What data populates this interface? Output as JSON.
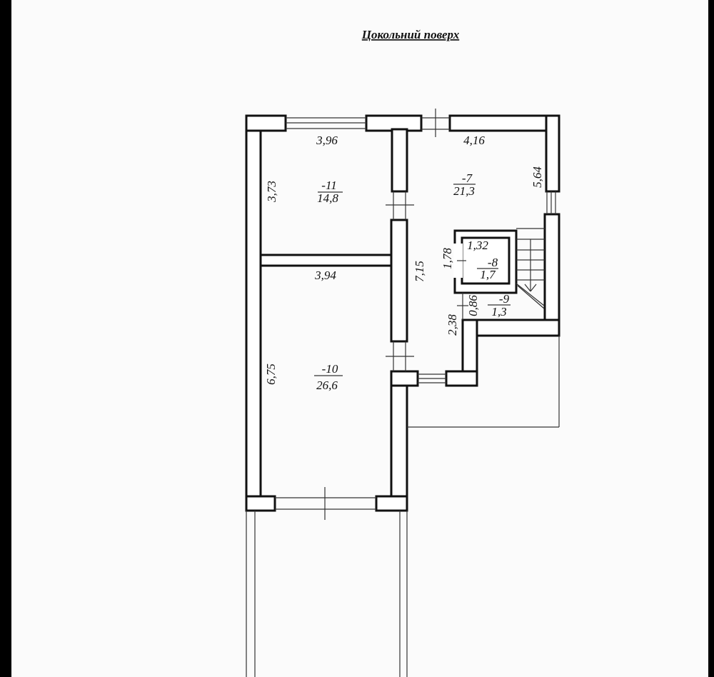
{
  "title": "Цокольний поверх",
  "rooms": [
    {
      "number": "-11",
      "area": "14,8"
    },
    {
      "number": "-7",
      "area": "21,3"
    },
    {
      "number": "-8",
      "area": "1,7"
    },
    {
      "number": "-9",
      "area": "1,3"
    },
    {
      "number": "-10",
      "area": "26,6"
    }
  ],
  "dimensions": {
    "room11_width": "3,96",
    "room11_height": "3,73",
    "room7_width": "4,16",
    "room7_height": "5,64",
    "room8_width": "1,32",
    "room8_height": "1,78",
    "room9_height": "0,86",
    "corridor_length": "7,15",
    "step_height": "2,38",
    "room10_width": "3,94",
    "room10_height": "6,75"
  }
}
